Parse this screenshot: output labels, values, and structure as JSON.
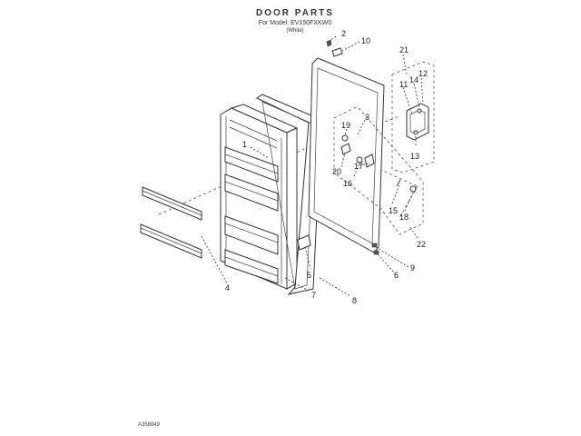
{
  "header": {
    "title": "DOOR PARTS",
    "model": "For Model: EV150FXKW0",
    "revision": "(White)"
  },
  "footer_code": "A358849",
  "callouts": [
    "1",
    "2",
    "3",
    "4",
    "5",
    "6",
    "7",
    "8",
    "9",
    "10",
    "11",
    "12",
    "13",
    "14",
    "15",
    "16",
    "17",
    "18",
    "19",
    "20",
    "21",
    "22"
  ]
}
